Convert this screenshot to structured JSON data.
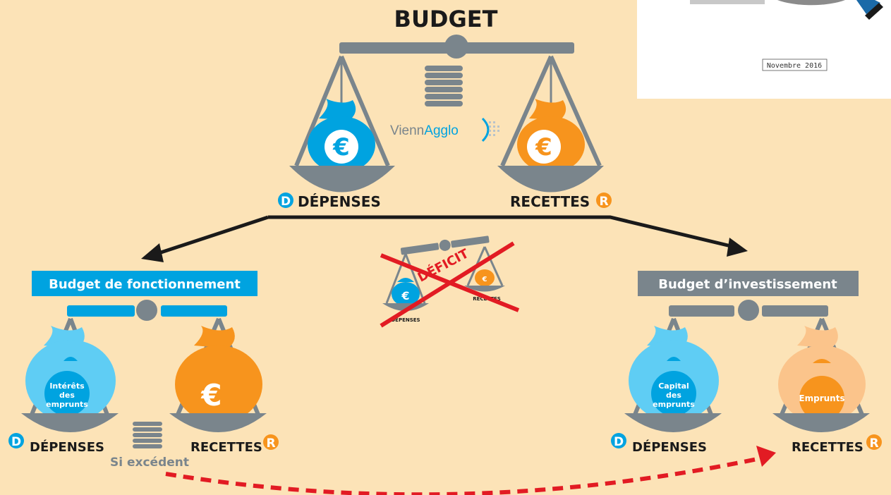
{
  "title": "BUDGET",
  "brand": {
    "part1": "Vienn",
    "part2": "Agglo"
  },
  "date_label": "Novembre 2016",
  "colors": {
    "background": "#fce3b7",
    "blue": "#00a3e0",
    "orange": "#f7941d",
    "grey": "#7a858c",
    "dark": "#1a1a1a",
    "red": "#e21b23"
  },
  "main": {
    "depenses_label": "DÉPENSES",
    "recettes_label": "RECETTES",
    "d_badge": "D",
    "r_badge": "R",
    "euro": "€"
  },
  "deficit": {
    "label": "DÉFICIT",
    "depenses_label": "DÉPENSES",
    "recettes_label": "RECETTES",
    "euro": "€"
  },
  "fonctionnement": {
    "title": "Budget de fonctionnement",
    "bag_left_text": [
      "Intérêts",
      "des",
      "emprunts"
    ],
    "euro": "€",
    "depenses_label": "DÉPENSES",
    "recettes_label": "RECETTES",
    "d_badge": "D",
    "r_badge": "R",
    "excedent_label": "Si excédent"
  },
  "investissement": {
    "title": "Budget d’investissement",
    "bag_left_text": [
      "Capital",
      "des",
      "emprunts"
    ],
    "bag_right_text": "Emprunts",
    "depenses_label": "DÉPENSES",
    "recettes_label": "RECETTES",
    "d_badge": "D",
    "r_badge": "R"
  }
}
